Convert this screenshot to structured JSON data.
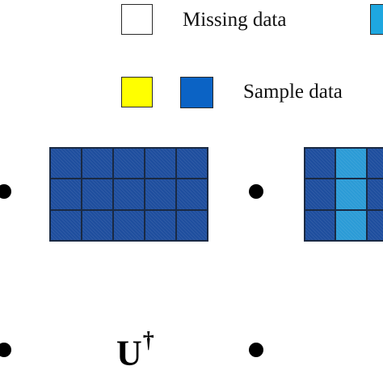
{
  "legend": {
    "missing": {
      "label": "Missing data",
      "color": "#ffffff"
    },
    "highlight_color": "#1ea7e0",
    "sample": {
      "label": "Sample data",
      "colors": [
        "#ffff00",
        "#0b63c5"
      ]
    }
  },
  "matrices": [
    {
      "rows": 3,
      "cols": 5,
      "cells": [
        "#1e4e9e",
        "#1e4e9e",
        "#1e4e9e",
        "#1e4e9e",
        "#1e4e9e",
        "#1e4e9e",
        "#1e4e9e",
        "#1e4e9e",
        "#1e4e9e",
        "#1e4e9e",
        "#1e4e9e",
        "#1e4e9e",
        "#1e4e9e",
        "#1e4e9e",
        "#1e4e9e"
      ]
    },
    {
      "rows": 3,
      "cols": 3,
      "cells": [
        "#1e4e9e",
        "#2b9bd6",
        "#1e4e9e",
        "#1e4e9e",
        "#2b9bd6",
        "#1e4e9e",
        "#1e4e9e",
        "#2b9bd6",
        "#1e4e9e"
      ]
    }
  ],
  "operator": {
    "base": "U",
    "superscript": "†"
  }
}
